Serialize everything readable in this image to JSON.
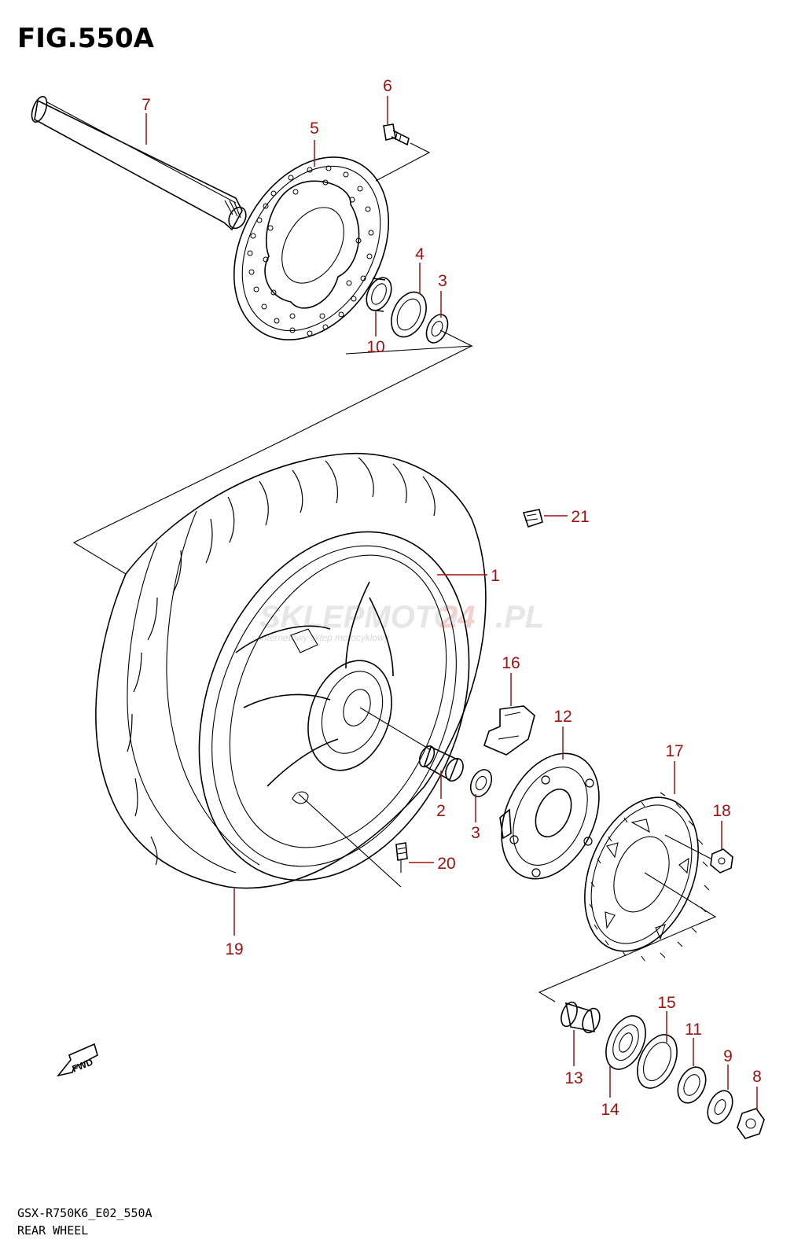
{
  "figure": {
    "title": "FIG.550A",
    "code": "GSX-R750K6_E02_550A",
    "caption": "REAR WHEEL",
    "direction_label": "FWD"
  },
  "watermark": {
    "brand_left": "SKLEPMOTO",
    "brand_mid": "24",
    "brand_right": ".PL",
    "tagline": "internetowy sklep motocyklowy"
  },
  "callouts": [
    "1",
    "2",
    "3",
    "3",
    "4",
    "5",
    "6",
    "7",
    "8",
    "9",
    "10",
    "11",
    "12",
    "13",
    "14",
    "15",
    "16",
    "17",
    "18",
    "19",
    "20",
    "21"
  ],
  "colors": {
    "callout": "#a01010",
    "line": "#000000",
    "background": "#ffffff"
  }
}
